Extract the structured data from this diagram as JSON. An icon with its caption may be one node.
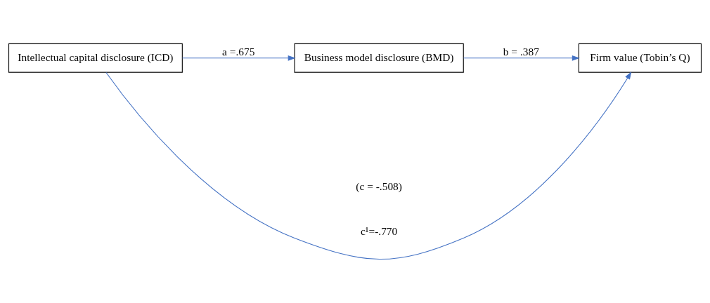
{
  "diagram": {
    "nodes": [
      {
        "text": [
          "Business model disclosure (BMD)"
        ]
      },
      {
        "text": [
          "Intellectual capital disclosure (ICD)"
        ]
      },
      {
        "text": [
          "Firm value (Tobin’s Q)"
        ]
      }
    ],
    "edges": [
      {
        "from": 1,
        "to": 0,
        "arrow": "to",
        "label": "a =.675"
      },
      {
        "from": 0,
        "to": 2,
        "arrow": "to",
        "label": "b = .387"
      },
      {
        "from": 1,
        "to": 2,
        "arrow": "to",
        "label": "c¹=-.770"
      }
    ],
    "labels": [
      "(c = -.508)"
    ]
  }
}
